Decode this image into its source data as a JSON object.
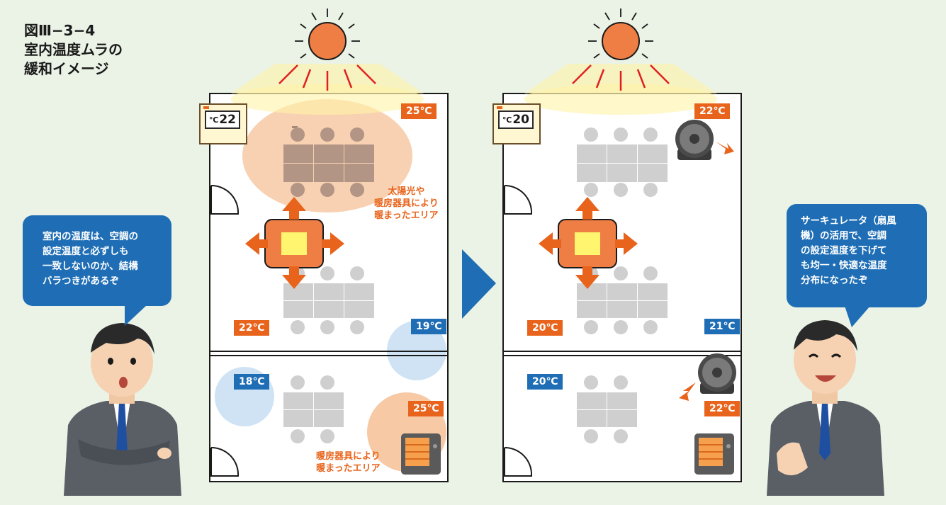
{
  "figure": {
    "title_lines": [
      "図Ⅲ−3−4",
      "室内温度ムラの",
      "緩和イメージ"
    ]
  },
  "colors": {
    "background": "#eaf3e6",
    "warm": "#e8641c",
    "cool": "#1f6eb5",
    "sun": "#ef7e45",
    "warm_zone": "#f7c9a4",
    "cool_zone": "#cfe3f5",
    "furniture": "#cfcfcf"
  },
  "before": {
    "thermostat": {
      "unit": "℃",
      "value": "22"
    },
    "temps": {
      "top_right": "25℃",
      "mid_left": "22℃",
      "mid_right": "19℃",
      "bottom_left": "18℃",
      "bottom_right": "25℃"
    },
    "note_sun_heater": [
      "太陽光や",
      "暖房器具により",
      "暖まったエリア"
    ],
    "note_heater": [
      "暖房器具により",
      "暖まったエリア"
    ],
    "speech": [
      "室内の温度は、空調の",
      "設定温度と必ずしも",
      "一致しないのか、結構",
      "バラつきがあるぞ"
    ]
  },
  "after": {
    "thermostat": {
      "unit": "℃",
      "value": "20"
    },
    "temps": {
      "top_right": "22℃",
      "mid_left": "20℃",
      "mid_right": "21℃",
      "bottom_left": "20℃",
      "bottom_right": "22℃"
    },
    "speech": [
      "サーキュレータ（扇風",
      "機）の活用で、空調",
      "の設定温度を下げて",
      "も均一・快適な温度",
      "分布になったぞ"
    ]
  },
  "icons": [
    "sun-icon",
    "air-conditioner-icon",
    "circulator-fan-icon",
    "heater-icon",
    "thermostat-icon",
    "next-arrow-icon",
    "person-icon"
  ]
}
